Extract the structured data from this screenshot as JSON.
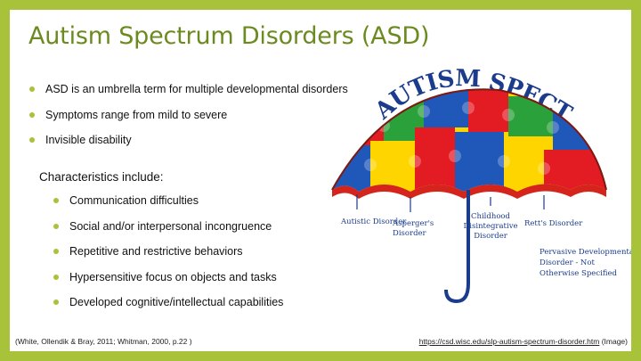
{
  "title": "Autism Spectrum Disorders (ASD)",
  "bullets": [
    "ASD is an umbrella term for multiple developmental disorders",
    "Symptoms range from mild to severe",
    "Invisible disability"
  ],
  "characteristics": {
    "heading": "Characteristics include:",
    "items": [
      "Communication difficulties",
      "Social and/or interpersonal incongruence",
      "Repetitive and restrictive behaviors",
      "Hypersensitive focus on objects and tasks",
      "Developed cognitive/intellectual capabilities"
    ]
  },
  "umbrella": {
    "arc_title": "AUTISM SPECTRUM DISORDERS",
    "labels": {
      "autistic": "Autistic Disorder",
      "asperger_1": "Asperger's",
      "asperger_2": "Disorder",
      "childhood_1": "Childhood",
      "childhood_2": "Disintegrative",
      "childhood_3": "Disorder",
      "rett": "Rett's Disorder",
      "pdd_1": "Pervasive Developmental",
      "pdd_2": "Disorder - Not",
      "pdd_3": "Otherwise Specified"
    },
    "colors": [
      "#e31b23",
      "#1f58b8",
      "#ffd500",
      "#2aa13a"
    ]
  },
  "citations": {
    "left": "(White, Ollendik & Bray, 2011; Whitman, 2000, p.22 )",
    "right_link": "https://csd.wisc.edu/slp-autism-spectrum-disorder.htm",
    "right_suffix": " (Image)"
  }
}
